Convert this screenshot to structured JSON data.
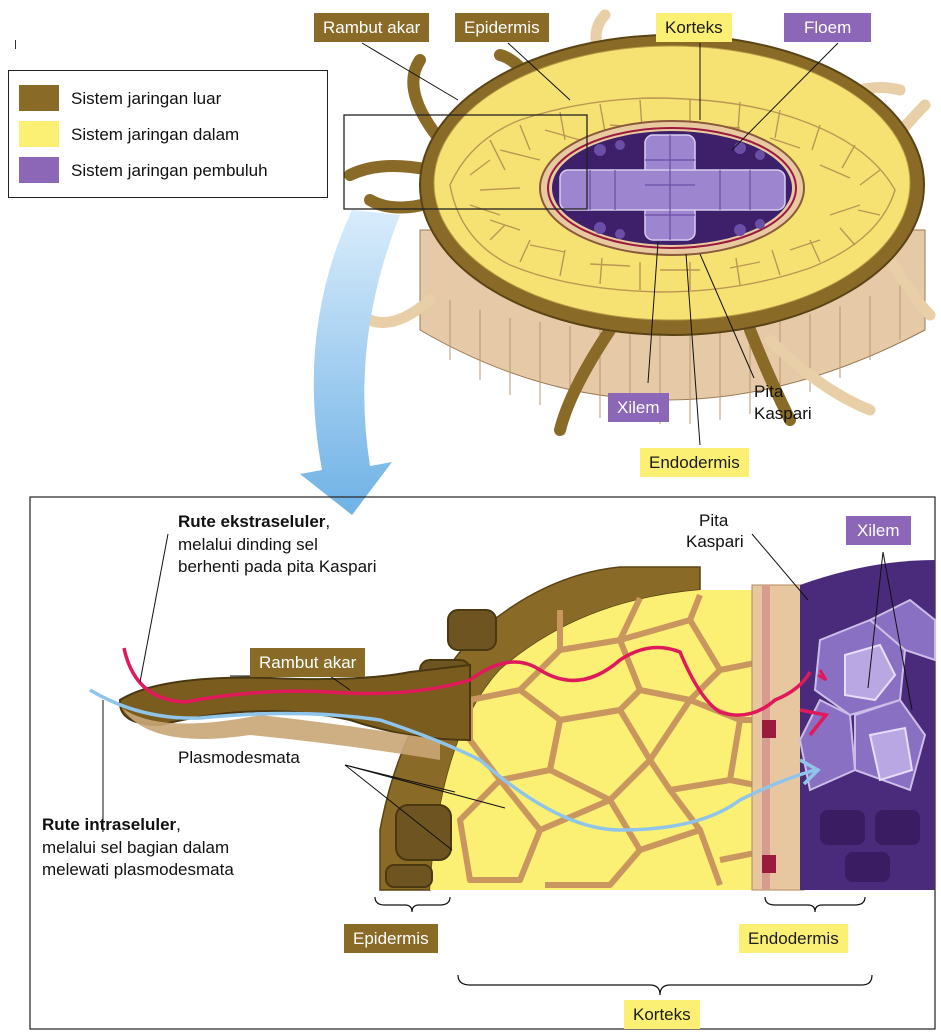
{
  "legend": {
    "items": [
      {
        "label": "Sistem jaringan luar",
        "color": "#8a6a27"
      },
      {
        "label": "Sistem jaringan dalam",
        "color": "#fbef74"
      },
      {
        "label": "Sistem jaringan pembuluh",
        "color": "#8c67b8"
      }
    ]
  },
  "top": {
    "rambut_akar": "Rambut akar",
    "epidermis": "Epidermis",
    "korteks": "Korteks",
    "floem": "Floem",
    "xilem": "Xilem",
    "pita_kaspari": [
      "Pita",
      "Kaspari"
    ],
    "endodermis": "Endodermis"
  },
  "bottom": {
    "rute_ekstra_title": "Rute ekstraseluler",
    "rute_ekstra_desc": [
      "melalui dinding sel",
      "berhenti pada pita Kaspari"
    ],
    "rute_intra_title": "Rute intraseluler",
    "rute_intra_desc": [
      "melalui sel bagian dalam",
      "melewati plasmodesmata"
    ],
    "comma": ",",
    "rambut_akar": "Rambut akar",
    "plasmodesmata": "Plasmodesmata",
    "pita_kaspari": [
      "Pita",
      "Kaspari"
    ],
    "xilem": "Xilem",
    "epidermis": "Epidermis",
    "endodermis": "Endodermis",
    "korteks": "Korteks"
  },
  "colors": {
    "outer": "#8a6a27",
    "inner": "#fbef74",
    "vascular": "#8c67b8",
    "extracellular_route": "#e0195a",
    "intracellular_route": "#8fc5ea",
    "arrow": "#9ccdf0"
  }
}
